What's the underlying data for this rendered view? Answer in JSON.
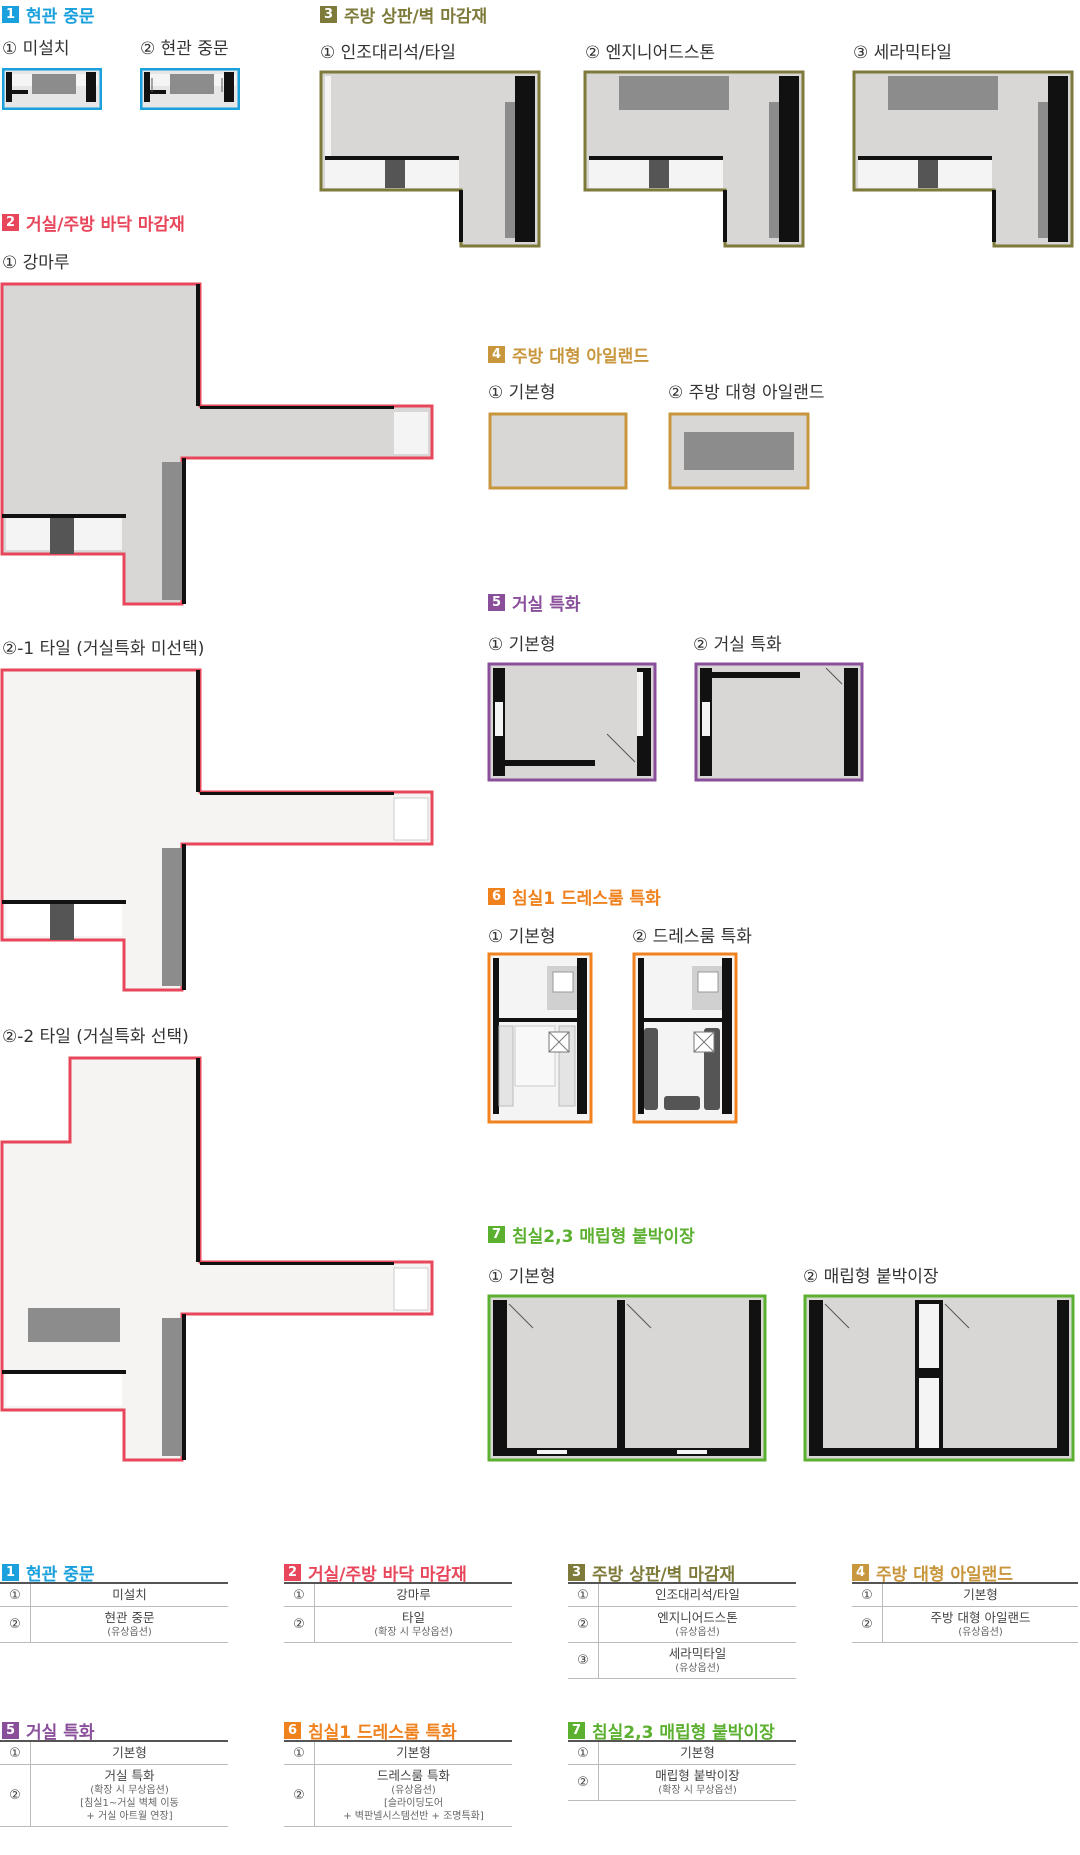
{
  "colors": {
    "s1": "#1aa0dc",
    "s2": "#e8465a",
    "s3": "#7d7a3a",
    "s4": "#c8963c",
    "s5": "#8a4f9a",
    "s6": "#f0821e",
    "s7": "#5cb030"
  },
  "sections": {
    "s1": {
      "num": "1",
      "title": "현관 중문",
      "options": [
        "① 미설치",
        "② 현관 중문"
      ]
    },
    "s2": {
      "num": "2",
      "title": "거실/주방 바닥 마감재",
      "options": [
        "① 강마루",
        "②-1 타일 (거실특화 미선택)",
        "②-2 타일 (거실특화 선택)"
      ]
    },
    "s3": {
      "num": "3",
      "title": "주방 상판/벽 마감재",
      "options": [
        "① 인조대리석/타일",
        "② 엔지니어드스톤",
        "③ 세라믹타일"
      ]
    },
    "s4": {
      "num": "4",
      "title": "주방 대형 아일랜드",
      "options": [
        "① 기본형",
        "② 주방 대형 아일랜드"
      ]
    },
    "s5": {
      "num": "5",
      "title": "거실 특화",
      "options": [
        "① 기본형",
        "② 거실 특화"
      ]
    },
    "s6": {
      "num": "6",
      "title": "침실1 드레스룸 특화",
      "options": [
        "① 기본형",
        "② 드레스룸 특화"
      ]
    },
    "s7": {
      "num": "7",
      "title": "침실2,3 매립형 붙박이장",
      "options": [
        "① 기본형",
        "② 매립형 붙박이장"
      ]
    }
  },
  "tables": {
    "t1": {
      "rows": [
        {
          "idx": "①",
          "main": "미설치",
          "sub": []
        },
        {
          "idx": "②",
          "main": "현관 중문",
          "sub": [
            "(유상옵션)"
          ]
        }
      ]
    },
    "t2": {
      "rows": [
        {
          "idx": "①",
          "main": "강마루",
          "sub": []
        },
        {
          "idx": "②",
          "main": "타일",
          "sub": [
            "(확장 시 무상옵션)"
          ]
        }
      ]
    },
    "t3": {
      "rows": [
        {
          "idx": "①",
          "main": "인조대리석/타일",
          "sub": []
        },
        {
          "idx": "②",
          "main": "엔지니어드스톤",
          "sub": [
            "(유상옵션)"
          ]
        },
        {
          "idx": "③",
          "main": "세라믹타일",
          "sub": [
            "(유상옵션)"
          ]
        }
      ]
    },
    "t4": {
      "rows": [
        {
          "idx": "①",
          "main": "기본형",
          "sub": []
        },
        {
          "idx": "②",
          "main": "주방 대형 아일랜드",
          "sub": [
            "(유상옵션)"
          ]
        }
      ]
    },
    "t5": {
      "rows": [
        {
          "idx": "①",
          "main": "기본형",
          "sub": []
        },
        {
          "idx": "②",
          "main": "거실 특화",
          "sub": [
            "(확장 시 무상옵션)",
            "[침실1~거실 벽체 이동",
            "+ 거실 아트월 연장]"
          ]
        }
      ]
    },
    "t6": {
      "rows": [
        {
          "idx": "①",
          "main": "기본형",
          "sub": []
        },
        {
          "idx": "②",
          "main": "드레스룸 특화",
          "sub": [
            "(유상옵션)",
            "[슬라이딩도어",
            "+ 벽판넬시스템선반 + 조명특화]"
          ]
        }
      ]
    },
    "t7": {
      "rows": [
        {
          "idx": "①",
          "main": "기본형",
          "sub": []
        },
        {
          "idx": "②",
          "main": "매립형 붙박이장",
          "sub": [
            "(확장 시 무상옵션)"
          ]
        }
      ]
    }
  }
}
